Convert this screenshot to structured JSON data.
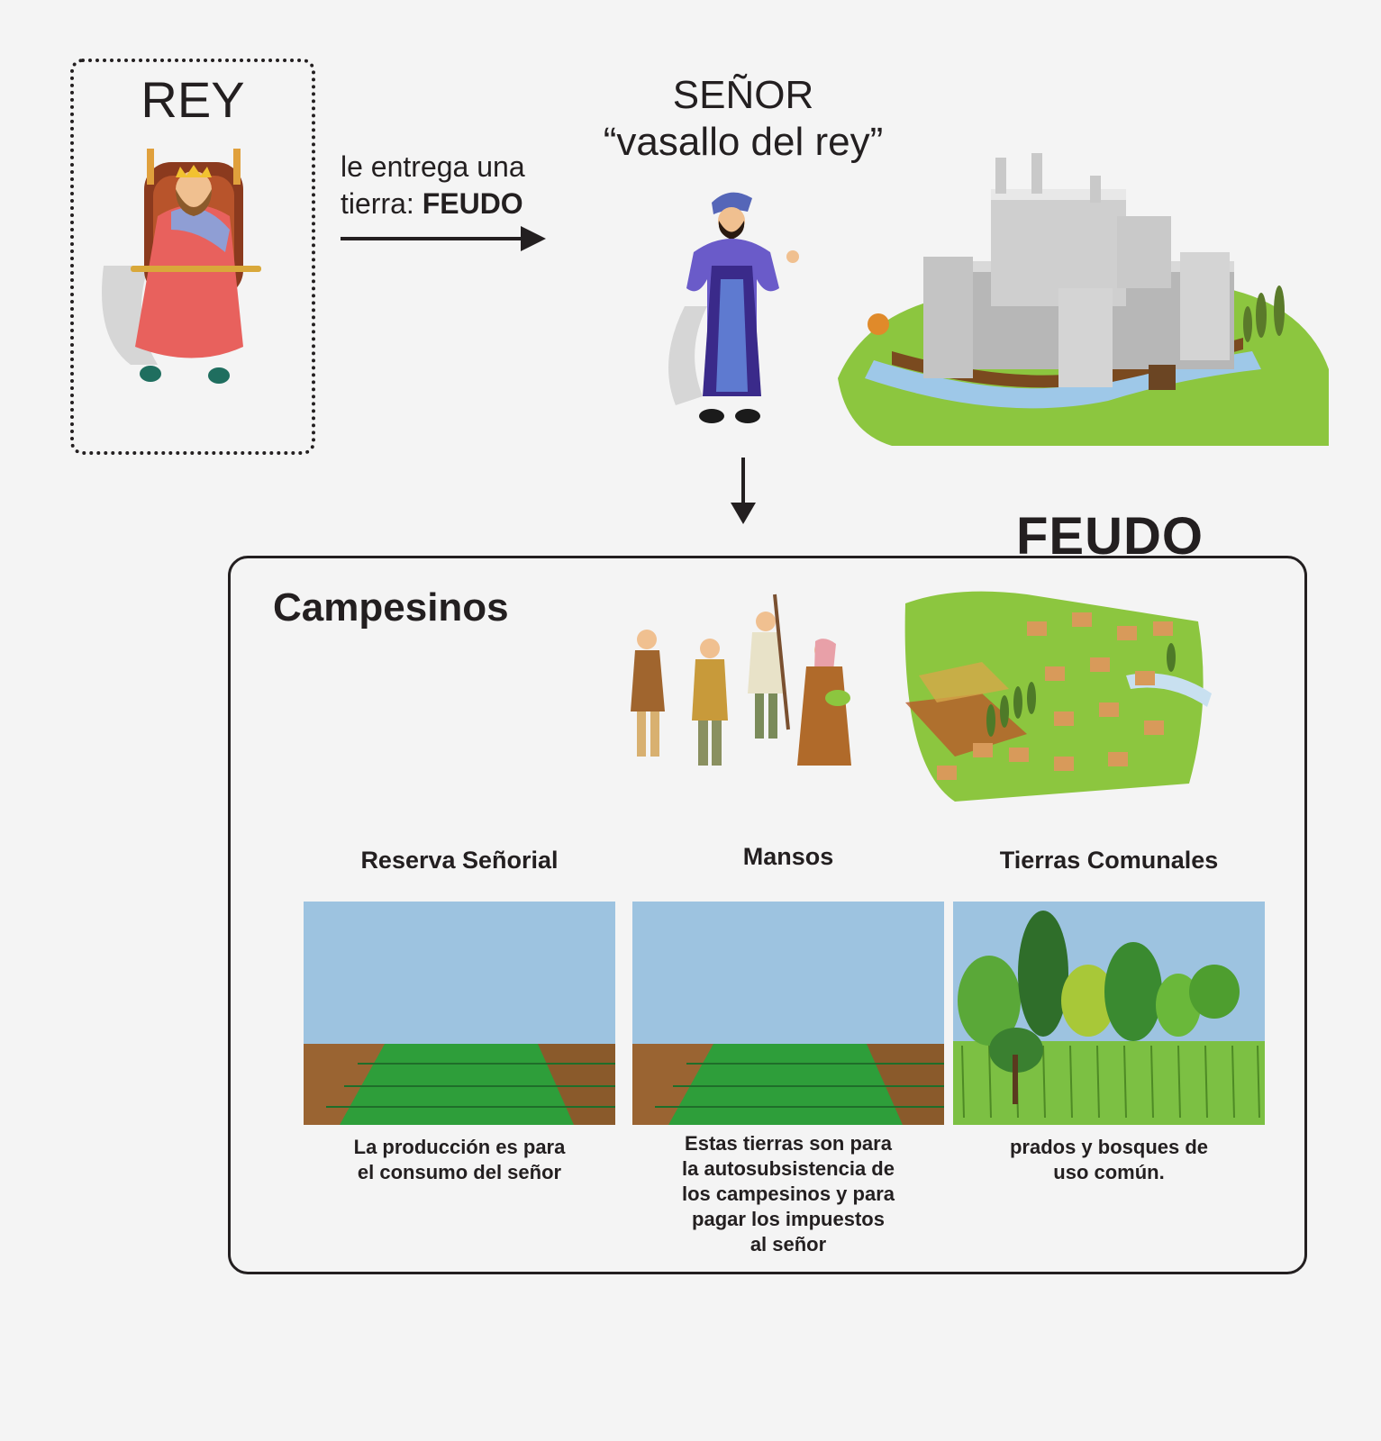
{
  "rey": {
    "title": "REY",
    "gives_line1": "le entrega una",
    "gives_line2_prefix": "tierra: ",
    "gives_line2_bold": "FEUDO"
  },
  "senor": {
    "title_line1": "SEÑOR",
    "title_line2": "“vasallo del rey”"
  },
  "feudo": {
    "title": "FEUDO",
    "campesinos": "Campesinos",
    "lands": [
      {
        "label": "Reserva Señorial",
        "description": [
          "La producción es para",
          "el consumo del señor"
        ]
      },
      {
        "label": "Mansos",
        "description": [
          "Estas tierras son para",
          "la autosubsistencia de",
          "los campesinos y para",
          "pagar los impuestos",
          "al señor"
        ]
      },
      {
        "label": "Tierras Comunales",
        "description": [
          "prados y bosques de",
          "uso común."
        ]
      }
    ]
  },
  "colors": {
    "sky": "#9dc3e0",
    "field_green": "#2e9e3a",
    "field_brown": "#8a5a2b",
    "grass": "#7cc043"
  }
}
